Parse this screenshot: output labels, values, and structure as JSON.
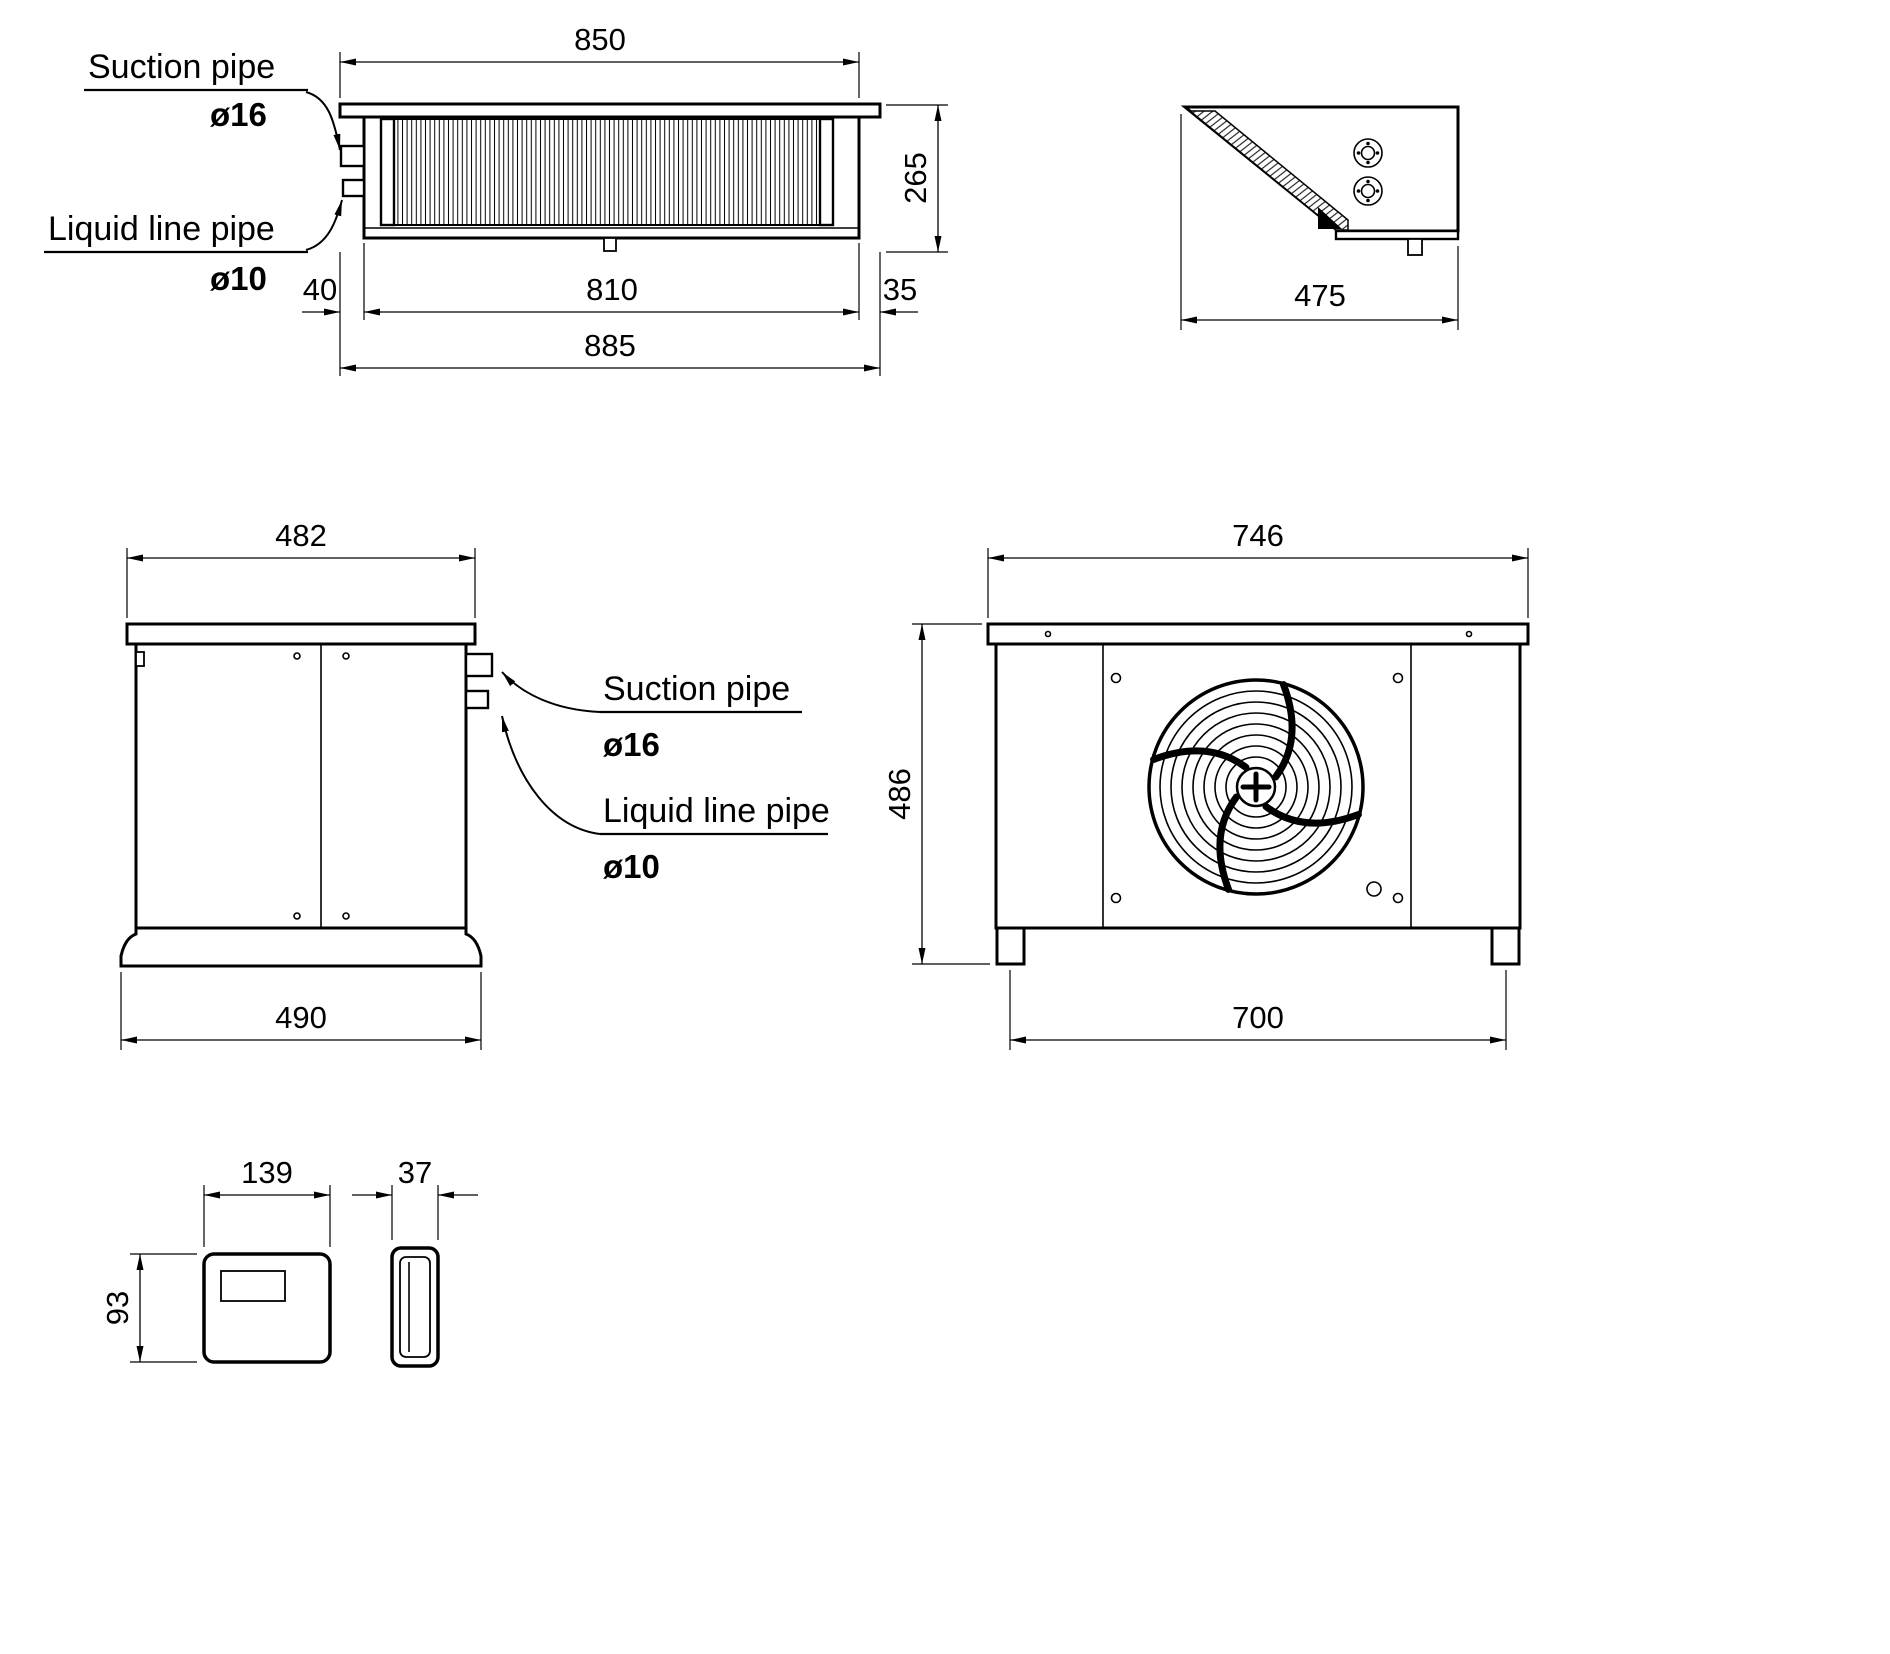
{
  "labels": {
    "suction_pipe": "Suction pipe",
    "suction_dia": "ø16",
    "liquid_pipe": "Liquid line pipe",
    "liquid_dia": "ø10"
  },
  "top_view": {
    "width_850": "850",
    "height_265": "265",
    "offset_40": "40",
    "width_810": "810",
    "offset_35": "35",
    "width_885": "885"
  },
  "wedge_view": {
    "depth_475": "475"
  },
  "side_view": {
    "width_482": "482",
    "width_490": "490"
  },
  "front_view": {
    "width_746": "746",
    "height_486": "486",
    "width_700": "700"
  },
  "controller_front": {
    "width_139": "139",
    "height_93": "93"
  },
  "controller_side": {
    "width_37": "37"
  }
}
